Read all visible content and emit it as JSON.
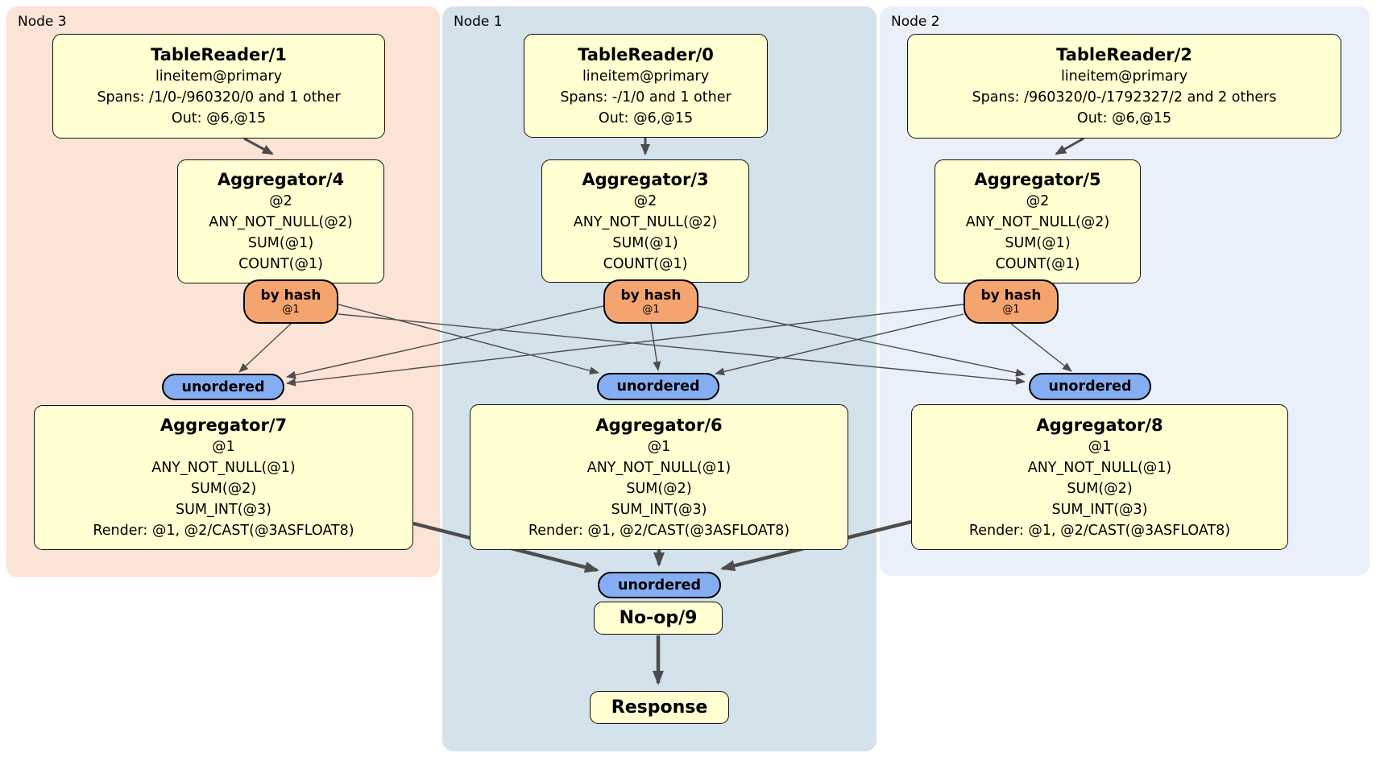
{
  "colors": {
    "node3-bg": "#fbe3d6",
    "node1-bg": "#d3e2eb",
    "node2-bg": "#eaf0f9",
    "box-fill": "#ffffd2",
    "box-border": "#111111",
    "hash-fill": "#f4a46f",
    "stream-fill": "#85aef2",
    "edge": "#4d4d4d",
    "text": "#000000"
  },
  "nodes": [
    {
      "label": "Node 3",
      "table_reader": {
        "title": "TableReader/1",
        "lines": [
          "lineitem@primary",
          "Spans: /1/0-/960320/0 and 1 other",
          "Out: @6,@15"
        ]
      },
      "group_aggregator": {
        "title": "Aggregator/4",
        "lines": [
          "@2",
          "ANY_NOT_NULL(@2)",
          "SUM(@1)",
          "COUNT(@1)"
        ]
      },
      "router": {
        "label": "by hash",
        "key": "@1"
      },
      "stream": {
        "label": "unordered"
      },
      "final_aggregator": {
        "title": "Aggregator/7",
        "lines": [
          "@1",
          "ANY_NOT_NULL(@1)",
          "SUM(@2)",
          "SUM_INT(@3)",
          "Render: @1, @2/CAST(@3ASFLOAT8)"
        ]
      }
    },
    {
      "label": "Node 1",
      "table_reader": {
        "title": "TableReader/0",
        "lines": [
          "lineitem@primary",
          "Spans: -/1/0 and 1 other",
          "Out: @6,@15"
        ]
      },
      "group_aggregator": {
        "title": "Aggregator/3",
        "lines": [
          "@2",
          "ANY_NOT_NULL(@2)",
          "SUM(@1)",
          "COUNT(@1)"
        ]
      },
      "router": {
        "label": "by hash",
        "key": "@1"
      },
      "stream": {
        "label": "unordered"
      },
      "final_aggregator": {
        "title": "Aggregator/6",
        "lines": [
          "@1",
          "ANY_NOT_NULL(@1)",
          "SUM(@2)",
          "SUM_INT(@3)",
          "Render: @1, @2/CAST(@3ASFLOAT8)"
        ]
      }
    },
    {
      "label": "Node 2",
      "table_reader": {
        "title": "TableReader/2",
        "lines": [
          "lineitem@primary",
          "Spans: /960320/0-/1792327/2 and 2 others",
          "Out: @6,@15"
        ]
      },
      "group_aggregator": {
        "title": "Aggregator/5",
        "lines": [
          "@2",
          "ANY_NOT_NULL(@2)",
          "SUM(@1)",
          "COUNT(@1)"
        ]
      },
      "router": {
        "label": "by hash",
        "key": "@1"
      },
      "stream": {
        "label": "unordered"
      },
      "final_aggregator": {
        "title": "Aggregator/8",
        "lines": [
          "@1",
          "ANY_NOT_NULL(@1)",
          "SUM(@2)",
          "SUM_INT(@3)",
          "Render: @1, @2/CAST(@3ASFLOAT8)"
        ]
      }
    }
  ],
  "sink": {
    "stream": {
      "label": "unordered"
    },
    "noop": {
      "title": "No-op/9"
    },
    "response": {
      "title": "Response"
    }
  }
}
